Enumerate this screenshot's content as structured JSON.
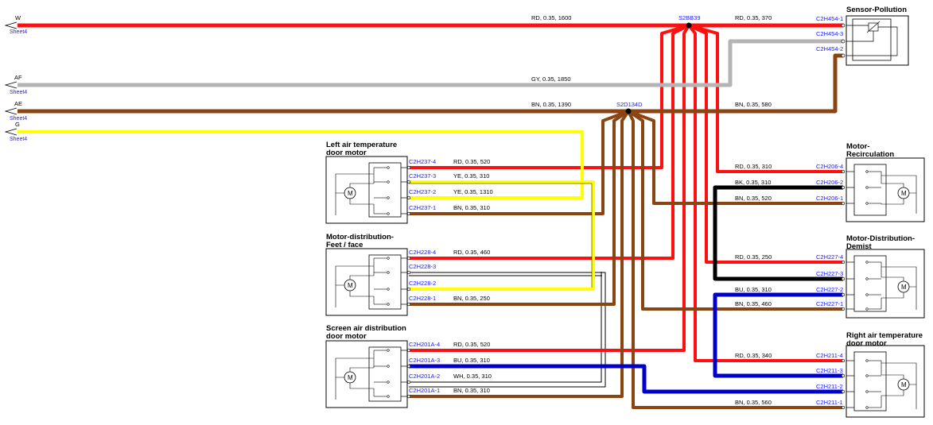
{
  "colors": {
    "RD": "#ff1010",
    "GY": "#b4b4b4",
    "BN": "#8b4513",
    "YE": "#ffff00",
    "BK": "#000000",
    "BU": "#0000cc",
    "WH": "#ffffff"
  },
  "sheet_refs": [
    {
      "id": "W",
      "sheet": "Sheet4"
    },
    {
      "id": "AF",
      "sheet": "Sheet4"
    },
    {
      "id": "AE",
      "sheet": "Sheet4"
    },
    {
      "id": "G",
      "sheet": "Sheet4"
    }
  ],
  "splices": {
    "s1": "S2BB39",
    "s2": "S2D134D"
  },
  "wire_labels": {
    "w_left": "RD,  0.35,  1600",
    "w_right": "RD,  0.35,  370",
    "af": "GY,  0.35,  1850",
    "ae_left": "BN,  0.35,  1390",
    "ae_right": "BN,  0.35,  580"
  },
  "components": {
    "sensor": {
      "title": "Sensor-Pollution",
      "pins": [
        "C2H454-1",
        "C2H454-3",
        "C2H454-2"
      ]
    },
    "left_temp": {
      "title1": "Left air temperature",
      "title2": "door motor",
      "pins": [
        "C2H237-4",
        "C2H237-3",
        "C2H237-2",
        "C2H237-1"
      ],
      "wires": [
        "RD,  0.35,  520",
        "YE,  0.35,  310",
        "YE,  0.35,  1310",
        "BN,  0.35,  310"
      ],
      "motor": "M"
    },
    "feet": {
      "title1": "Motor-distribution-",
      "title2": "Feet / face",
      "pins": [
        "C2H228-4",
        "C2H228-3",
        "C2H228-2",
        "C2H228-1"
      ],
      "wires": [
        "RD,  0.35,  460",
        "",
        "",
        "BN,  0.35,  250"
      ],
      "motor": "M"
    },
    "screen": {
      "title1": "Screen air distribution",
      "title2": "door motor",
      "pins": [
        "C2H201A-4",
        "C2H201A-3",
        "C2H201A-2",
        "C2H201A-1"
      ],
      "wires": [
        "RD,  0.35,  520",
        "BU,  0.35,  310",
        "WH,  0.35,  310",
        "BN,  0.35,  310"
      ],
      "motor": "M"
    },
    "recirc": {
      "title1": "Motor-",
      "title2": "Recirculation",
      "pins": [
        "C2H206-4",
        "C2H206-2",
        "C2H206-1"
      ],
      "wires": [
        "RD,  0.35,  310",
        "BK,  0.35,  310",
        "BN,  0.35,  520"
      ],
      "motor": "M"
    },
    "demist": {
      "title1": "Motor-Distribution-",
      "title2": "Demist",
      "pins": [
        "C2H227-4",
        "C2H227-3",
        "C2H227-2",
        "C2H227-1"
      ],
      "wires": [
        "RD,  0.35,  250",
        "",
        "BU,  0.35,  310",
        "BN,  0.35,  460"
      ],
      "motor": "M"
    },
    "right_temp": {
      "title1": "Right air temperature",
      "title2": "door motor",
      "pins": [
        "C2H211-4",
        "C2H211-3",
        "C2H211-2",
        "C2H211-1"
      ],
      "wires": [
        "RD,  0.35,  340",
        "",
        "",
        "BN,  0.35,  560"
      ],
      "motor": "M"
    }
  }
}
